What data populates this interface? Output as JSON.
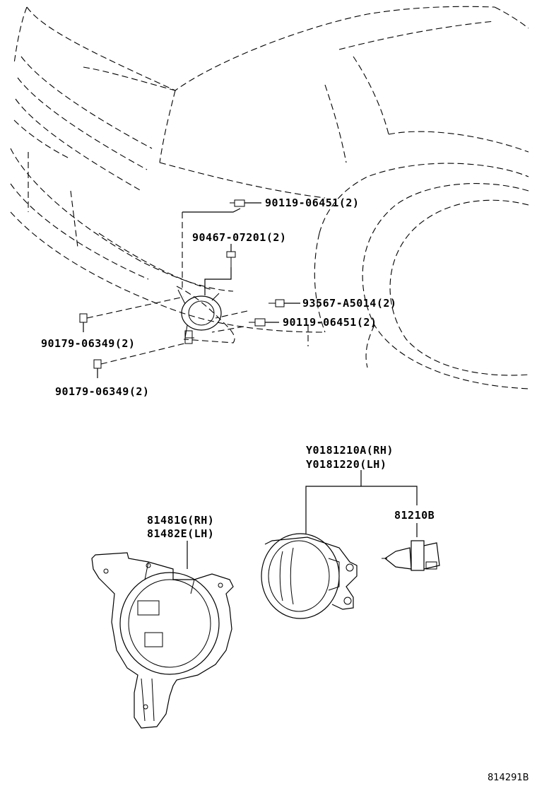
{
  "labels": {
    "bolt_upper": "90119-06451(2)",
    "screw": "90467-07201(2)",
    "bolt_right_1": "93567-A5014(2)",
    "bolt_right_2": "90119-06451(2)",
    "nut_left_1": "90179-06349(2)",
    "nut_left_2": "90179-06349(2)",
    "bracket_rh": "81481G(RH)",
    "bracket_lh": "81482E(LH)",
    "lamp_rh": "Y0181210A(RH)",
    "lamp_lh": "Y0181220(LH)",
    "bulb": "81210B"
  },
  "diagram_ref": "814291B"
}
